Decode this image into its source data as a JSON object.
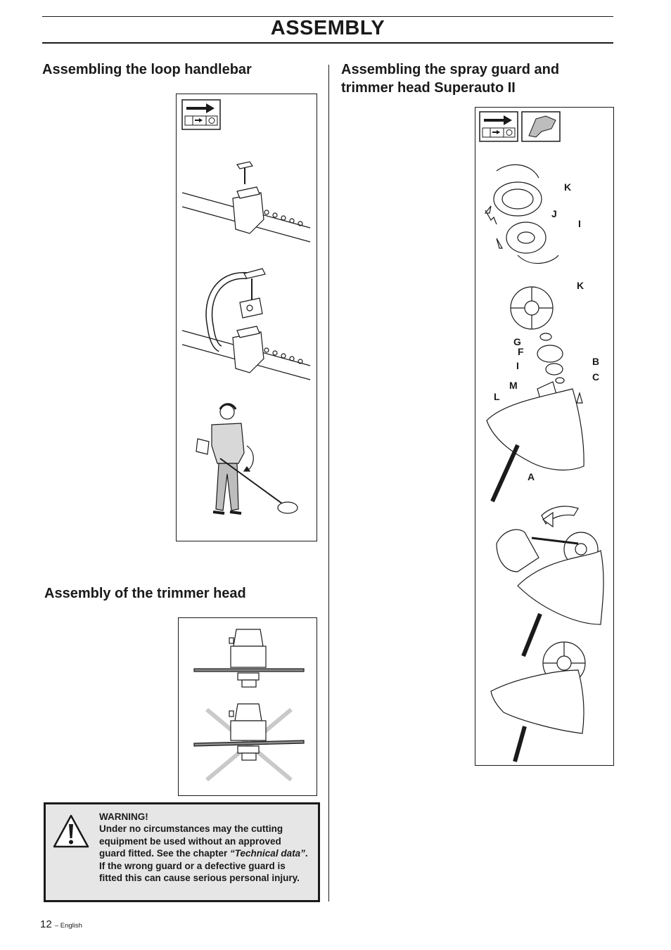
{
  "page": {
    "title": "ASSEMBLY",
    "footer_page_number": "12",
    "footer_language": "– English"
  },
  "sections": {
    "loop_handlebar": {
      "heading": "Assembling the loop handlebar"
    },
    "trimmer_head": {
      "heading": "Assembly of the trimmer head"
    },
    "spray_guard": {
      "heading": "Assembling the spray guard and trimmer head Superauto II"
    }
  },
  "warning": {
    "title": "WARNING!",
    "text_1": "Under no circumstances may the cutting equipment be used without an approved guard fitted. See the chapter ",
    "text_italic": "“Technical data”",
    "text_2": ". If the wrong guard or a defective guard is fitted this can cause serious personal injury."
  },
  "figure_labels": {
    "k_top": "K",
    "j": "J",
    "i_top": "I",
    "k_mid": "K",
    "g": "G",
    "f": "F",
    "i_mid": "I",
    "b": "B",
    "c": "C",
    "m": "M",
    "l": "L",
    "a": "A"
  },
  "icons": [
    "stop-switch-icon",
    "arrow-right-icon",
    "protective-glove-icon",
    "warning-triangle-icon"
  ]
}
